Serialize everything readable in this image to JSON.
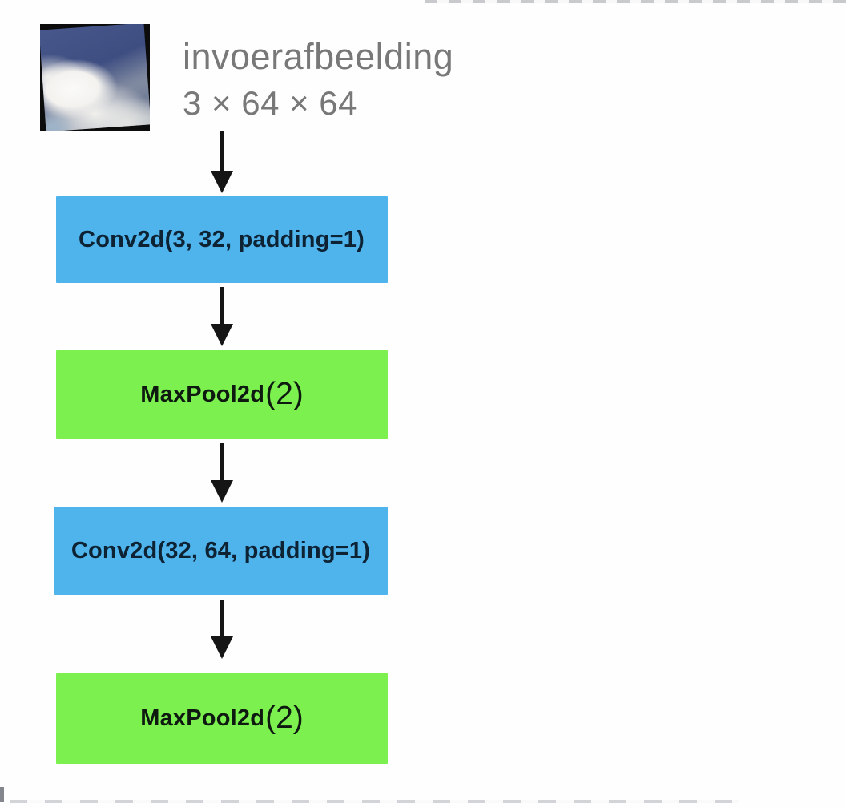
{
  "palette": {
    "conv_fill": "#4FB3EC",
    "pool_fill": "#7CF04F",
    "conv_text": "#0D2233",
    "pool_text": "#0E1A10",
    "arrow": "#151515",
    "caption_text": "#787878"
  },
  "input": {
    "label": "invoerafbeelding",
    "shape": "3 × 64 × 64"
  },
  "layers": [
    {
      "kind": "conv",
      "label": "Conv2d(3, 32, padding=1)",
      "suffix": ""
    },
    {
      "kind": "pool",
      "label": "MaxPool2d",
      "suffix": "(2)"
    },
    {
      "kind": "conv",
      "label": "Conv2d(32, 64, padding=1)",
      "suffix": ""
    },
    {
      "kind": "pool",
      "label": "MaxPool2d",
      "suffix": "(2)"
    }
  ]
}
